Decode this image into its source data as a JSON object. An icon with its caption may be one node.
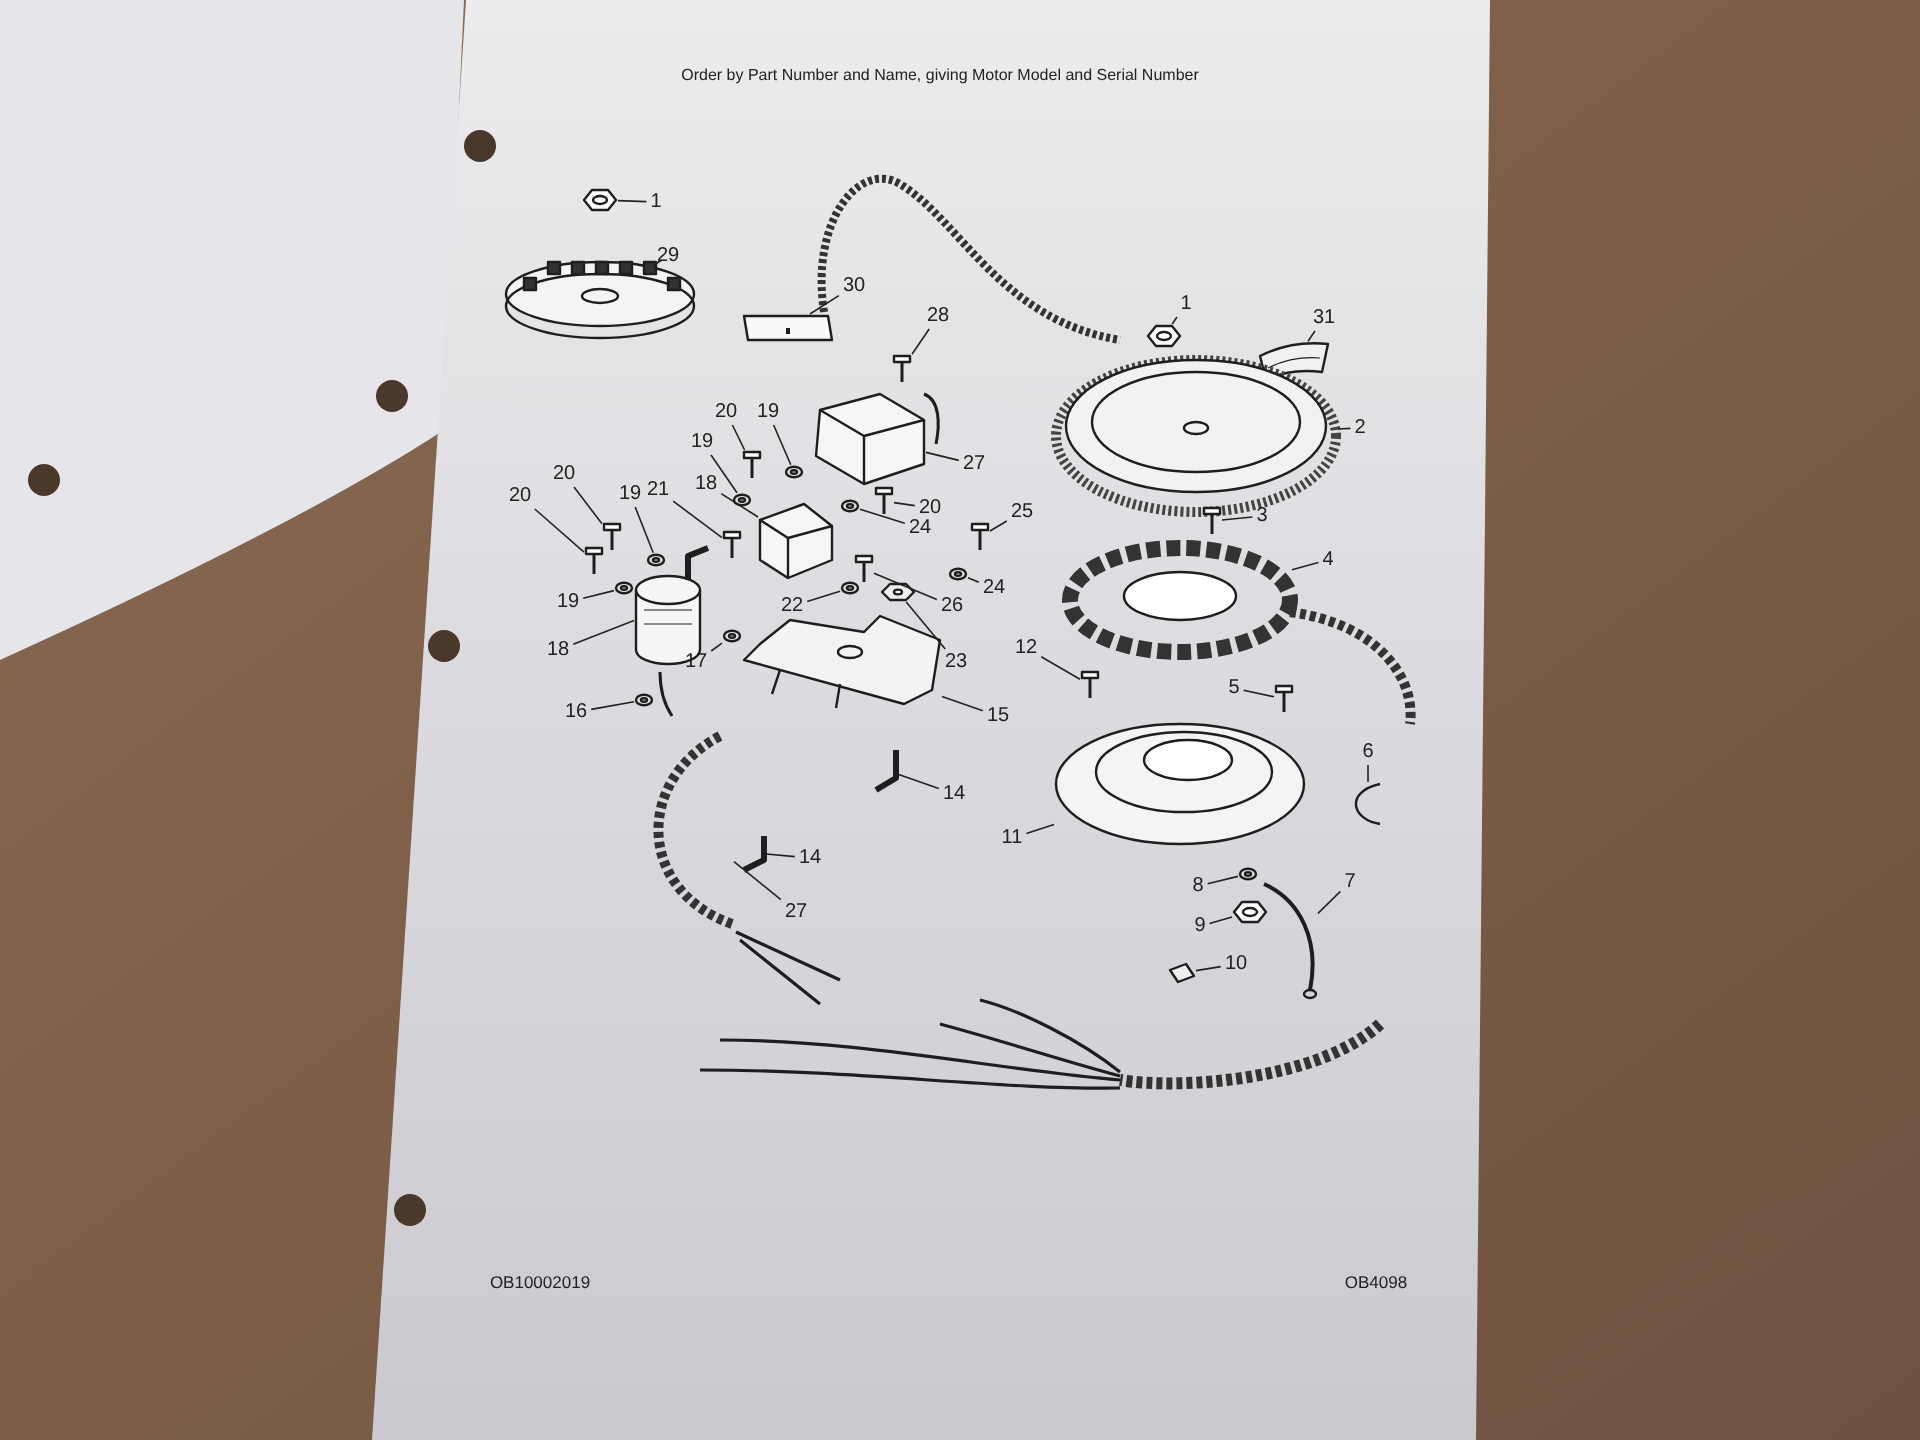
{
  "diagram": {
    "title": "Order by Part Number and Name, giving Motor Model and Serial Number",
    "nodes": [
      {
        "text": [
          "1"
        ]
      },
      {
        "text": [
          "29"
        ]
      },
      {
        "text": [
          "30"
        ]
      },
      {
        "text": [
          "1"
        ]
      },
      {
        "text": [
          "28"
        ]
      },
      {
        "text": [
          "31"
        ]
      },
      {
        "text": [
          "20"
        ]
      },
      {
        "text": [
          "19"
        ]
      },
      {
        "text": [
          "2"
        ]
      },
      {
        "text": [
          "27"
        ]
      },
      {
        "text": [
          "20"
        ]
      },
      {
        "text": [
          "18"
        ]
      },
      {
        "text": [
          "19"
        ]
      },
      {
        "text": [
          "21"
        ]
      },
      {
        "text": [
          "20"
        ]
      },
      {
        "text": [
          "19"
        ]
      },
      {
        "text": [
          "20"
        ]
      },
      {
        "text": [
          "24"
        ]
      },
      {
        "text": [
          "3"
        ]
      },
      {
        "text": [
          "25"
        ]
      },
      {
        "text": [
          "4"
        ]
      },
      {
        "text": [
          "24"
        ]
      },
      {
        "text": [
          "19"
        ]
      },
      {
        "text": [
          "22"
        ]
      },
      {
        "text": [
          "26"
        ]
      },
      {
        "text": [
          "18"
        ]
      },
      {
        "text": [
          "23"
        ]
      },
      {
        "text": [
          "17"
        ]
      },
      {
        "text": [
          "12"
        ]
      },
      {
        "text": [
          "5"
        ]
      },
      {
        "text": [
          "16"
        ]
      },
      {
        "text": [
          "15"
        ]
      },
      {
        "text": [
          "6"
        ]
      },
      {
        "text": [
          "14"
        ]
      },
      {
        "text": [
          "11"
        ]
      },
      {
        "text": [
          "14"
        ]
      },
      {
        "text": [
          "8"
        ]
      },
      {
        "text": [
          "7"
        ]
      },
      {
        "text": [
          "27"
        ]
      },
      {
        "text": [
          "9"
        ]
      },
      {
        "text": [
          "10"
        ]
      },
      {
        "text": [],
        "shape": "picture"
      },
      {
        "text": [],
        "shape": "picture"
      },
      {
        "text": [],
        "shape": "picture"
      },
      {
        "text": [],
        "shape": "picture"
      },
      {
        "text": [],
        "shape": "picture"
      },
      {
        "text": [],
        "shape": "picture"
      },
      {
        "text": [],
        "shape": "picture"
      },
      {
        "text": [],
        "shape": "picture"
      },
      {
        "text": [],
        "shape": "picture"
      },
      {
        "text": [],
        "shape": "picture"
      },
      {
        "text": [],
        "shape": "picture"
      },
      {
        "text": [],
        "shape": "picture"
      },
      {
        "text": [],
        "shape": "picture"
      },
      {
        "text": [],
        "shape": "picture"
      },
      {
        "text": [],
        "shape": "picture"
      },
      {
        "text": [],
        "shape": "picture"
      },
      {
        "text": [],
        "shape": "picture"
      },
      {
        "text": [],
        "shape": "picture"
      },
      {
        "text": [],
        "shape": "picture"
      },
      {
        "text": [],
        "shape": "picture"
      },
      {
        "text": [],
        "shape": "picture"
      },
      {
        "text": [],
        "shape": "picture"
      },
      {
        "text": [],
        "shape": "picture"
      },
      {
        "text": [],
        "shape": "picture"
      },
      {
        "text": [],
        "shape": "picture"
      },
      {
        "text": [],
        "shape": "picture"
      },
      {
        "text": [],
        "shape": "picture"
      },
      {
        "text": [],
        "shape": "picture"
      },
      {
        "text": [],
        "shape": "picture"
      },
      {
        "text": [],
        "shape": "picture"
      },
      {
        "text": [],
        "shape": "picture"
      },
      {
        "text": [],
        "shape": "picture"
      },
      {
        "text": [],
        "shape": "picture"
      },
      {
        "text": [],
        "shape": "picture"
      },
      {
        "text": [],
        "shape": "picture"
      },
      {
        "text": [],
        "shape": "picture"
      },
      {
        "text": [],
        "shape": "picture"
      },
      {
        "text": [],
        "shape": "picture"
      },
      {
        "text": [],
        "shape": "picture"
      },
      {
        "text": [],
        "shape": "picture"
      },
      {
        "text": [],
        "shape": "picture"
      }
    ],
    "edges": [
      {
        "from": 0,
        "to": 41,
        "arrow": "none"
      },
      {
        "from": 1,
        "to": 42,
        "arrow": "none"
      },
      {
        "from": 2,
        "to": 43,
        "arrow": "none"
      },
      {
        "from": 3,
        "to": 44,
        "arrow": "none"
      },
      {
        "from": 4,
        "to": 45,
        "arrow": "none"
      },
      {
        "from": 5,
        "to": 46,
        "arrow": "none"
      },
      {
        "from": 6,
        "to": 47,
        "arrow": "none"
      },
      {
        "from": 7,
        "to": 48,
        "arrow": "none"
      },
      {
        "from": 8,
        "to": 49,
        "arrow": "none"
      },
      {
        "from": 9,
        "to": 50,
        "arrow": "none"
      },
      {
        "from": 10,
        "to": 51,
        "arrow": "none"
      },
      {
        "from": 11,
        "to": 52,
        "arrow": "none"
      },
      {
        "from": 12,
        "to": 53,
        "arrow": "none"
      },
      {
        "from": 13,
        "to": 54,
        "arrow": "none"
      },
      {
        "from": 14,
        "to": 55,
        "arrow": "none"
      },
      {
        "from": 15,
        "to": 56,
        "arrow": "none"
      },
      {
        "from": 16,
        "to": 57,
        "arrow": "none"
      },
      {
        "from": 17,
        "to": 58,
        "arrow": "none"
      },
      {
        "from": 18,
        "to": 59,
        "arrow": "none"
      },
      {
        "from": 19,
        "to": 60,
        "arrow": "none"
      },
      {
        "from": 20,
        "to": 61,
        "arrow": "none"
      },
      {
        "from": 21,
        "to": 62,
        "arrow": "none"
      },
      {
        "from": 22,
        "to": 63,
        "arrow": "none"
      },
      {
        "from": 23,
        "to": 64,
        "arrow": "none"
      },
      {
        "from": 24,
        "to": 65,
        "arrow": "none"
      },
      {
        "from": 25,
        "to": 66,
        "arrow": "none"
      },
      {
        "from": 26,
        "to": 67,
        "arrow": "none"
      },
      {
        "from": 27,
        "to": 68,
        "arrow": "none"
      },
      {
        "from": 28,
        "to": 69,
        "arrow": "none"
      },
      {
        "from": 29,
        "to": 70,
        "arrow": "none"
      },
      {
        "from": 30,
        "to": 71,
        "arrow": "none"
      },
      {
        "from": 31,
        "to": 72,
        "arrow": "none"
      },
      {
        "from": 32,
        "to": 73,
        "arrow": "none"
      },
      {
        "from": 33,
        "to": 74,
        "arrow": "none"
      },
      {
        "from": 34,
        "to": 75,
        "arrow": "none"
      },
      {
        "from": 35,
        "to": 76,
        "arrow": "none"
      },
      {
        "from": 36,
        "to": 77,
        "arrow": "none"
      },
      {
        "from": 37,
        "to": 78,
        "arrow": "none"
      },
      {
        "from": 38,
        "to": 79,
        "arrow": "none"
      },
      {
        "from": 39,
        "to": 80,
        "arrow": "none"
      },
      {
        "from": 40,
        "to": 81,
        "arrow": "none"
      }
    ],
    "labels": [
      "OB10002019",
      "OB4098"
    ]
  }
}
